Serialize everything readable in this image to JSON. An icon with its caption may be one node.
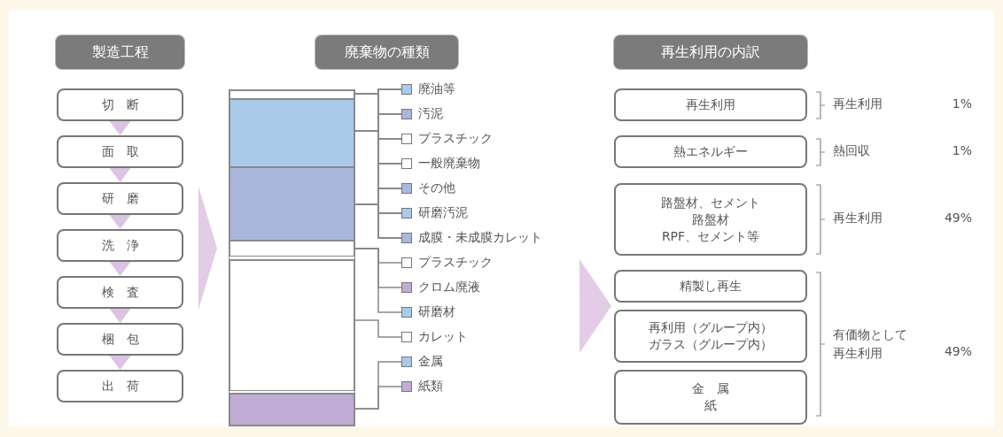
{
  "diagram": {
    "nodes": [
      {
        "text": [
          "製造工程"
        ]
      },
      {
        "text": [
          "廃棄物の種類"
        ]
      },
      {
        "text": [
          "再生利用の内訳"
        ]
      },
      {
        "text": [
          "切　断"
        ]
      },
      {
        "text": [
          "面　取"
        ]
      },
      {
        "text": [
          "研　磨"
        ]
      },
      {
        "text": [
          "洗　浄"
        ]
      },
      {
        "text": [
          "検　査"
        ]
      },
      {
        "text": [
          "梱　包"
        ]
      },
      {
        "text": [
          "出　荷"
        ]
      },
      {
        "text": [],
        "shape": "bar"
      },
      {
        "text": [],
        "shape": "bar"
      },
      {
        "text": [],
        "shape": "bar"
      },
      {
        "text": [],
        "shape": "bar"
      },
      {
        "text": [],
        "shape": "bar"
      },
      {
        "text": [],
        "shape": "bar"
      },
      {
        "text": [],
        "shape": "bar"
      },
      {
        "text": [],
        "shape": "bar"
      },
      {
        "text": [
          "廃油等"
        ]
      },
      {
        "text": [
          "汚泥"
        ]
      },
      {
        "text": [
          "プラスチック"
        ]
      },
      {
        "text": [
          "一般廃棄物"
        ]
      },
      {
        "text": [
          "その他"
        ]
      },
      {
        "text": [
          "研磨汚泥"
        ]
      },
      {
        "text": [
          "成膜・未成膜カレット"
        ]
      },
      {
        "text": [
          "プラスチック"
        ]
      },
      {
        "text": [
          "クロム廃液"
        ]
      },
      {
        "text": [
          "研磨材"
        ]
      },
      {
        "text": [
          "カレット"
        ]
      },
      {
        "text": [
          "金属"
        ]
      },
      {
        "text": [
          "紙類"
        ]
      },
      {
        "text": [
          "再生利用"
        ]
      },
      {
        "text": [
          "熱エネルギー"
        ]
      },
      {
        "text": [
          "路盤材、セメント",
          "路盤材",
          "RPF、セメント等"
        ]
      },
      {
        "text": [
          "精製し再生"
        ]
      },
      {
        "text": [
          "再利用（グループ内）",
          "ガラス（グループ内）"
        ]
      },
      {
        "text": [
          "金　属",
          "紙"
        ]
      },
      {
        "text": [],
        "shape": "chevron"
      },
      {
        "text": [],
        "shape": "chevron"
      }
    ],
    "edges": [
      {
        "from": 3,
        "to": 4,
        "arrow": "to"
      },
      {
        "from": 4,
        "to": 5,
        "arrow": "to"
      },
      {
        "from": 5,
        "to": 6,
        "arrow": "to"
      },
      {
        "from": 6,
        "to": 7,
        "arrow": "to"
      },
      {
        "from": 7,
        "to": 8,
        "arrow": "to"
      },
      {
        "from": 8,
        "to": 9,
        "arrow": "to"
      },
      {
        "from": 18,
        "to": 10,
        "arrow": "none"
      },
      {
        "from": 18,
        "to": 11,
        "arrow": "none"
      },
      {
        "from": 18,
        "to": 12,
        "arrow": "none"
      },
      {
        "from": 19,
        "to": 10,
        "arrow": "none"
      },
      {
        "from": 19,
        "to": 11,
        "arrow": "none"
      },
      {
        "from": 19,
        "to": 12,
        "arrow": "none"
      },
      {
        "from": 20,
        "to": 10,
        "arrow": "none"
      },
      {
        "from": 20,
        "to": 11,
        "arrow": "none"
      },
      {
        "from": 20,
        "to": 12,
        "arrow": "none"
      },
      {
        "from": 21,
        "to": 10,
        "arrow": "none"
      },
      {
        "from": 21,
        "to": 11,
        "arrow": "none"
      },
      {
        "from": 21,
        "to": 12,
        "arrow": "none"
      },
      {
        "from": 22,
        "to": 10,
        "arrow": "none"
      },
      {
        "from": 22,
        "to": 11,
        "arrow": "none"
      },
      {
        "from": 22,
        "to": 12,
        "arrow": "none"
      },
      {
        "from": 23,
        "to": 10,
        "arrow": "none"
      },
      {
        "from": 23,
        "to": 11,
        "arrow": "none"
      },
      {
        "from": 23,
        "to": 12,
        "arrow": "none"
      },
      {
        "from": 24,
        "to": 10,
        "arrow": "none"
      },
      {
        "from": 24,
        "to": 11,
        "arrow": "none"
      },
      {
        "from": 24,
        "to": 12,
        "arrow": "none"
      },
      {
        "from": 25,
        "to": 13,
        "arrow": "none"
      },
      {
        "from": 26,
        "to": 13,
        "arrow": "none"
      },
      {
        "from": 27,
        "to": 13,
        "arrow": "none"
      },
      {
        "from": 28,
        "to": 15,
        "arrow": "none"
      },
      {
        "from": 29,
        "to": 17,
        "arrow": "none"
      },
      {
        "from": 30,
        "to": 17,
        "arrow": "none"
      }
    ],
    "labels": [
      "再生利用",
      "1%",
      "熱回収",
      "1%",
      "再生利用",
      "49%",
      "有価物として再生利用",
      "49%"
    ]
  }
}
